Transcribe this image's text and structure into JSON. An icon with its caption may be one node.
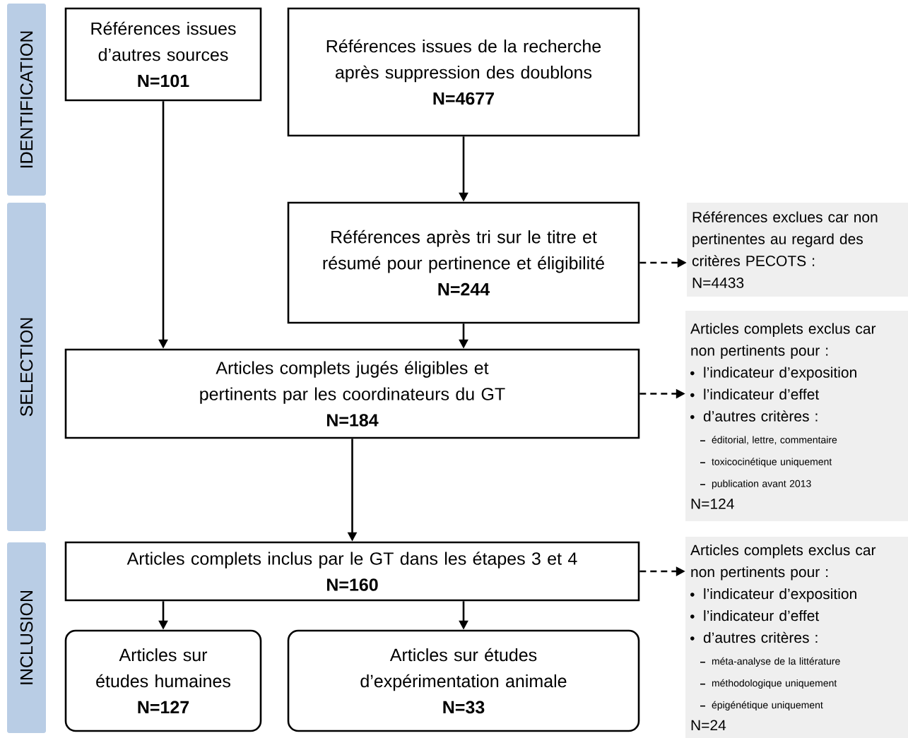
{
  "diagram": {
    "nodes": [
      {
        "text": [
          "Références issues d’autres sources",
          "N=101"
        ]
      },
      {
        "text": [
          "Références issues de la recherche après suppression des doublons",
          "N=4677"
        ]
      },
      {
        "text": [
          "Références après tri sur le titre et résumé pour pertinence et éligibilité",
          "N=244"
        ]
      },
      {
        "text": [
          "Références exclues car non pertinentes au regard des critères PECOTS :",
          "N=4433"
        ]
      },
      {
        "text": [
          "Articles complets jugés éligibles et pertinents par les coordinateurs du GT",
          "N=184"
        ]
      },
      {
        "text": [
          "Articles complets exclus car non pertinents pour :",
          "l’indicateur d’exposition",
          "l’indicateur d’effet",
          "d’autres critères :",
          "éditorial, lettre, commentaire",
          "toxicocinétique uniquement",
          "publication avant 2013",
          "N=124"
        ]
      },
      {
        "text": [
          "Articles complets inclus par le GT dans les étapes 3 et 4",
          "N=160"
        ]
      },
      {
        "text": [
          "Articles complets exclus car non pertinents pour :",
          "l’indicateur d’exposition",
          "l’indicateur d’effet",
          "d’autres critères :",
          "méta-analyse de la littérature",
          "méthodologique uniquement",
          "épigénétique uniquement",
          "N=24"
        ]
      },
      {
        "text": [
          "Articles sur études humaines",
          "N=127"
        ]
      },
      {
        "text": [
          "Articles sur études d’expérimentation animale",
          "N=33"
        ]
      },
      {
        "text": [
          "IDENTIFICATION"
        ]
      },
      {
        "text": [
          "SELECTION"
        ]
      },
      {
        "text": [
          "INCLUSION"
        ]
      }
    ],
    "edges": [
      {
        "from": 0,
        "to": 4,
        "arrow": "to"
      },
      {
        "from": 1,
        "to": 2,
        "arrow": "to"
      },
      {
        "from": 2,
        "to": 3,
        "arrow": "to",
        "style": "dashed"
      },
      {
        "from": 2,
        "to": 4,
        "arrow": "to"
      },
      {
        "from": 4,
        "to": 5,
        "arrow": "to",
        "style": "dashed"
      },
      {
        "from": 4,
        "to": 6,
        "arrow": "to"
      },
      {
        "from": 6,
        "to": 7,
        "arrow": "to",
        "style": "dashed"
      },
      {
        "from": 6,
        "to": 8,
        "arrow": "to"
      },
      {
        "from": 6,
        "to": 9,
        "arrow": "to"
      }
    ]
  }
}
